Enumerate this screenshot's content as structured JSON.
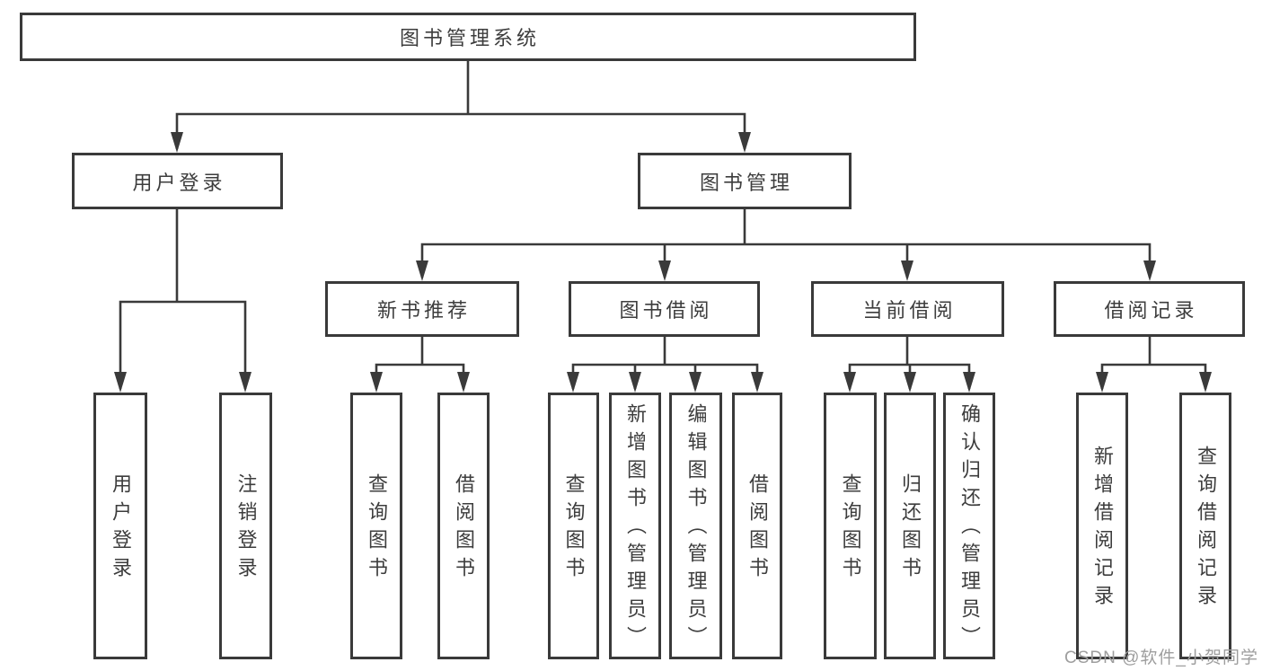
{
  "root": {
    "label": "图书管理系统"
  },
  "branches": {
    "user_login": {
      "label": "用户登录",
      "leaves": [
        {
          "label": "用户登录"
        },
        {
          "label": "注销登录"
        }
      ]
    },
    "book_management": {
      "label": "图书管理",
      "groups": [
        {
          "label": "新书推荐",
          "leaves": [
            {
              "label": "查询图书"
            },
            {
              "label": "借阅图书"
            }
          ]
        },
        {
          "label": "图书借阅",
          "leaves": [
            {
              "label": "查询图书"
            },
            {
              "label": "新增图书（管理员）"
            },
            {
              "label": "编辑图书（管理员）"
            },
            {
              "label": "借阅图书"
            }
          ]
        },
        {
          "label": "当前借阅",
          "leaves": [
            {
              "label": "查询图书"
            },
            {
              "label": "归还图书"
            },
            {
              "label": "确认归还（管理员）"
            }
          ]
        },
        {
          "label": "借阅记录",
          "leaves": [
            {
              "label": "新增借阅记录"
            },
            {
              "label": "查询借阅记录"
            }
          ]
        }
      ]
    }
  },
  "watermark": {
    "text": "CSDN @软件_小贺同学"
  },
  "colors": {
    "line": "#3a3a3a",
    "text": "#3d3d3d",
    "watermark": "#9e9e9e",
    "background": "#ffffff"
  }
}
